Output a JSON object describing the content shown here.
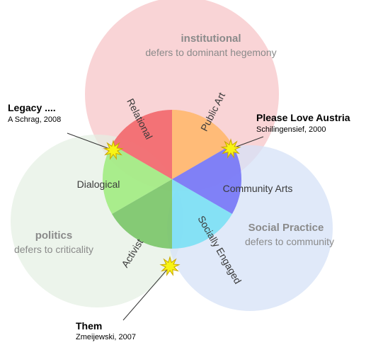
{
  "circles": {
    "institutional": {
      "title": "institutional",
      "subtitle": "defers to dominant hegemony",
      "color": "#f7c6c8",
      "text_color": "#8a8a8a"
    },
    "politics": {
      "title": "politics",
      "subtitle": "defers to criticality",
      "color": "#e4efe2",
      "text_color": "#8a8a8a"
    },
    "social": {
      "title": "Social Practice",
      "subtitle": "defers to community",
      "color": "#d6e1f7",
      "text_color": "#8a8a8a"
    }
  },
  "wedges": [
    {
      "label": "Public Art",
      "color": "#ffb870"
    },
    {
      "label": "Community Arts",
      "color": "#7777f6"
    },
    {
      "label": "Socially Engaged",
      "color": "#7ddff4"
    },
    {
      "label": "Activist",
      "color": "#7cc56a"
    },
    {
      "label": "Dialogical",
      "color": "#a3ec83"
    },
    {
      "label": "Relational",
      "color": "#f2696e"
    }
  ],
  "callouts": {
    "legacy": {
      "title": "Legacy ....",
      "sub": "A Schrag, 2008"
    },
    "austria": {
      "title": "Please Love Austria",
      "sub": "Schilingensief, 2000"
    },
    "them": {
      "title": "Them",
      "sub": "Zmeijewski, 2007"
    }
  },
  "colors": {
    "burst_fill": "#f7f416",
    "burst_stroke": "#c9a600",
    "line": "#333333"
  }
}
